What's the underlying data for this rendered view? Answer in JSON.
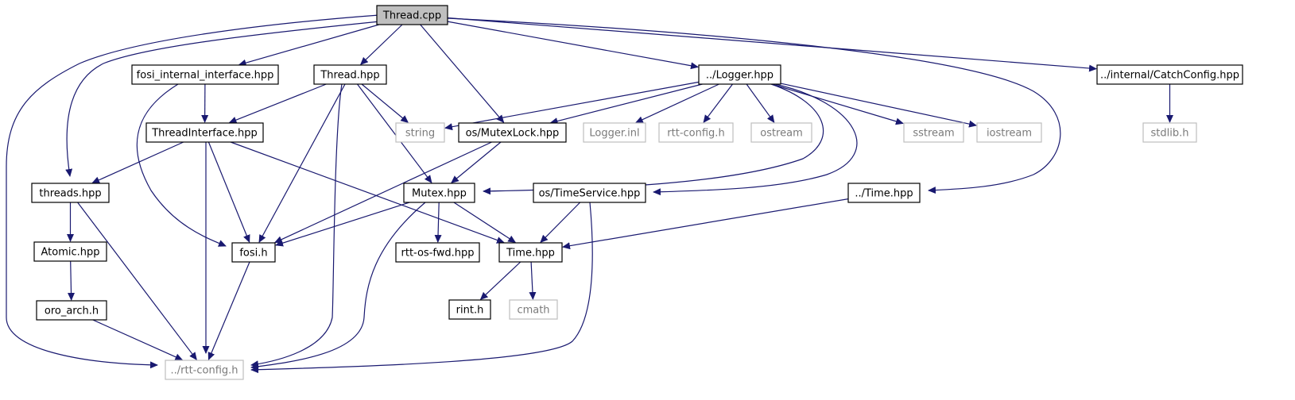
{
  "graph": {
    "colors": {
      "edge": "#191970",
      "root_fill": "#bfbfbf",
      "node_border": "#000000",
      "external_border": "#bfbfbf",
      "external_text": "#7a7a7a"
    },
    "nodes": [
      {
        "id": "thread_cpp",
        "label": "Thread.cpp",
        "kind": "root"
      },
      {
        "id": "fosi_internal",
        "label": "fosi_internal_interface.hpp",
        "kind": "normal"
      },
      {
        "id": "thread_hpp",
        "label": "Thread.hpp",
        "kind": "normal"
      },
      {
        "id": "logger_hpp",
        "label": "../Logger.hpp",
        "kind": "normal"
      },
      {
        "id": "catchconfig",
        "label": "../internal/CatchConfig.hpp",
        "kind": "normal"
      },
      {
        "id": "threadinterface",
        "label": "ThreadInterface.hpp",
        "kind": "normal"
      },
      {
        "id": "string",
        "label": "string",
        "kind": "external"
      },
      {
        "id": "mutexlock",
        "label": "os/MutexLock.hpp",
        "kind": "normal"
      },
      {
        "id": "logger_inl",
        "label": "Logger.inl",
        "kind": "external"
      },
      {
        "id": "rttconfig_h",
        "label": "rtt-config.h",
        "kind": "external"
      },
      {
        "id": "ostream",
        "label": "ostream",
        "kind": "external"
      },
      {
        "id": "sstream",
        "label": "sstream",
        "kind": "external"
      },
      {
        "id": "iostream",
        "label": "iostream",
        "kind": "external"
      },
      {
        "id": "stdlib",
        "label": "stdlib.h",
        "kind": "external"
      },
      {
        "id": "threads",
        "label": "threads.hpp",
        "kind": "normal"
      },
      {
        "id": "mutex",
        "label": "Mutex.hpp",
        "kind": "normal"
      },
      {
        "id": "timeservice",
        "label": "os/TimeService.hpp",
        "kind": "normal"
      },
      {
        "id": "time_up",
        "label": "../Time.hpp",
        "kind": "normal"
      },
      {
        "id": "atomic",
        "label": "Atomic.hpp",
        "kind": "normal"
      },
      {
        "id": "fosi",
        "label": "fosi.h",
        "kind": "normal"
      },
      {
        "id": "rttosfwd",
        "label": "rtt-os-fwd.hpp",
        "kind": "normal"
      },
      {
        "id": "time_hpp",
        "label": "Time.hpp",
        "kind": "normal"
      },
      {
        "id": "oroarch",
        "label": "oro_arch.h",
        "kind": "normal"
      },
      {
        "id": "rint",
        "label": "rint.h",
        "kind": "normal"
      },
      {
        "id": "cmath",
        "label": "cmath",
        "kind": "external"
      },
      {
        "id": "rttconfig_up",
        "label": "../rtt-config.h",
        "kind": "external"
      }
    ],
    "edges": [
      [
        "thread_cpp",
        "fosi_internal"
      ],
      [
        "thread_cpp",
        "thread_hpp"
      ],
      [
        "thread_cpp",
        "logger_hpp"
      ],
      [
        "thread_cpp",
        "catchconfig"
      ],
      [
        "thread_cpp",
        "mutexlock"
      ],
      [
        "thread_cpp",
        "threads"
      ],
      [
        "thread_cpp",
        "rttconfig_up"
      ],
      [
        "thread_cpp",
        "time_up"
      ],
      [
        "fosi_internal",
        "threadinterface"
      ],
      [
        "fosi_internal",
        "fosi"
      ],
      [
        "thread_hpp",
        "threadinterface"
      ],
      [
        "thread_hpp",
        "string"
      ],
      [
        "thread_hpp",
        "mutex"
      ],
      [
        "thread_hpp",
        "fosi"
      ],
      [
        "thread_hpp",
        "rttconfig_up"
      ],
      [
        "logger_hpp",
        "string"
      ],
      [
        "logger_hpp",
        "mutexlock"
      ],
      [
        "logger_hpp",
        "logger_inl"
      ],
      [
        "logger_hpp",
        "rttconfig_h"
      ],
      [
        "logger_hpp",
        "ostream"
      ],
      [
        "logger_hpp",
        "sstream"
      ],
      [
        "logger_hpp",
        "iostream"
      ],
      [
        "logger_hpp",
        "mutex"
      ],
      [
        "logger_hpp",
        "timeservice"
      ],
      [
        "catchconfig",
        "stdlib"
      ],
      [
        "threadinterface",
        "threads"
      ],
      [
        "threadinterface",
        "fosi"
      ],
      [
        "threadinterface",
        "time_hpp"
      ],
      [
        "threadinterface",
        "rttconfig_up"
      ],
      [
        "mutexlock",
        "mutex"
      ],
      [
        "mutexlock",
        "fosi"
      ],
      [
        "threads",
        "atomic"
      ],
      [
        "threads",
        "rttconfig_up"
      ],
      [
        "mutex",
        "fosi"
      ],
      [
        "mutex",
        "rttosfwd"
      ],
      [
        "mutex",
        "time_hpp"
      ],
      [
        "mutex",
        "rttconfig_up"
      ],
      [
        "timeservice",
        "time_hpp"
      ],
      [
        "timeservice",
        "rttconfig_up"
      ],
      [
        "time_up",
        "time_hpp"
      ],
      [
        "atomic",
        "oroarch"
      ],
      [
        "fosi",
        "rttconfig_up"
      ],
      [
        "time_hpp",
        "rint"
      ],
      [
        "time_hpp",
        "cmath"
      ],
      [
        "oroarch",
        "rttconfig_up"
      ]
    ]
  }
}
